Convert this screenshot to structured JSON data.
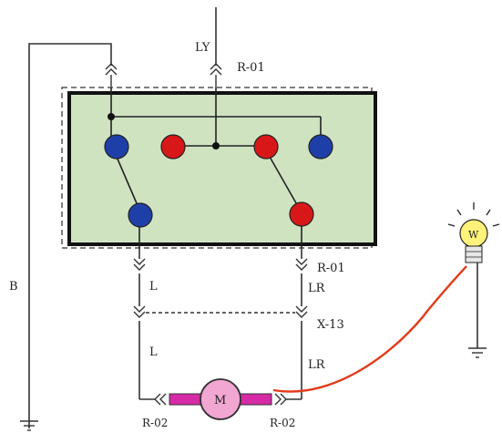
{
  "labels": {
    "ly": "LY",
    "r01_top": "R-01",
    "b": "B",
    "l_upper": "L",
    "lr_upper": "LR",
    "r01_mid": "R-01",
    "x13": "X-13",
    "l_lower": "L",
    "lr_lower": "LR",
    "motor": "M",
    "r02_left": "R-02",
    "r02_right": "R-02",
    "lamp": "W"
  },
  "colors": {
    "panel_fill": "#cfe3c1",
    "panel_border": "#111111",
    "wire": "#333333",
    "blue_terminal": "#1f3fa8",
    "red_terminal": "#d81818",
    "motor_fill": "#f2a6d2",
    "motor_coupling": "#d62aa6",
    "lamp_wire": "#e33b1a",
    "lamp_bulb": "#fff27a"
  }
}
